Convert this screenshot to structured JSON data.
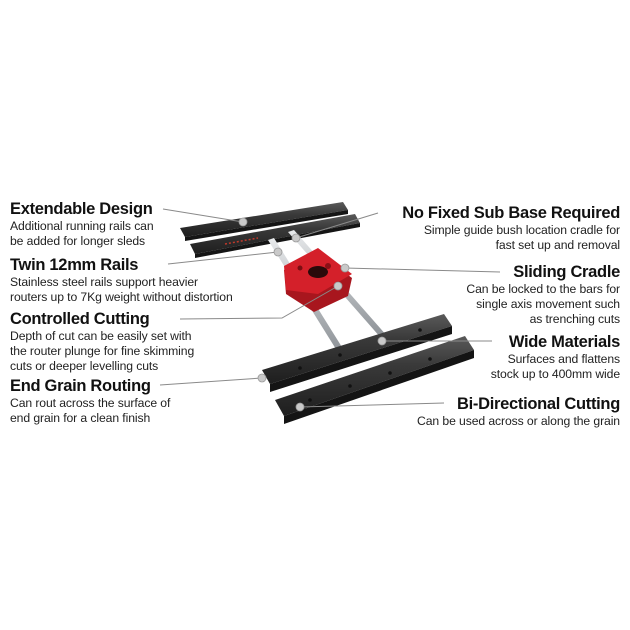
{
  "features_left": [
    {
      "title": "Extendable Design",
      "desc": [
        "Additional running rails can",
        "be added for longer sleds"
      ]
    },
    {
      "title": "Twin 12mm Rails",
      "desc": [
        "Stainless steel rails support heavier",
        "routers up to 7Kg weight without distortion"
      ]
    },
    {
      "title": "Controlled Cutting",
      "desc": [
        "Depth of cut can be easily set with",
        "the router plunge for fine skimming",
        "cuts or deeper levelling cuts"
      ]
    },
    {
      "title": "End Grain Routing",
      "desc": [
        "Can rout across the surface of",
        "end grain for a clean finish"
      ]
    }
  ],
  "features_right": [
    {
      "title": "No Fixed Sub Base Required",
      "desc": [
        "Simple guide bush location cradle for",
        "fast set up and removal"
      ]
    },
    {
      "title": "Sliding Cradle",
      "desc": [
        "Can be locked to the bars for",
        "single axis movement such",
        "as trenching cuts"
      ]
    },
    {
      "title": "Wide Materials",
      "desc": [
        "Surfaces and flattens",
        "stock up to 400mm wide"
      ]
    },
    {
      "title": "Bi-Directional Cutting",
      "desc": [
        "Can be used across or along the grain"
      ]
    }
  ],
  "colors": {
    "rail": "#2b2b2b",
    "rail_top": "#4a4a4a",
    "rod": "#b8bcc0",
    "cradle": "#d4202a",
    "leader": "#8a8a8a",
    "dot": "#c9c9c9"
  }
}
